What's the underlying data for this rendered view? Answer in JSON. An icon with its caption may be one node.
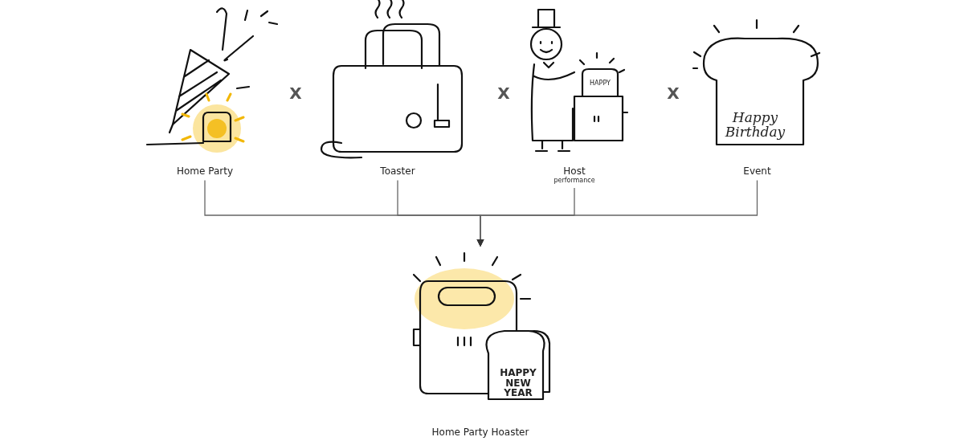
{
  "diagram": {
    "nodes": [
      {
        "text": [
          "Home Party"
        ]
      },
      {
        "text": [
          "Toaster"
        ]
      },
      {
        "text": [
          "Host",
          "performance"
        ]
      },
      {
        "text": [
          "Event"
        ]
      },
      {
        "text": [
          "Home Party Hoaster"
        ]
      }
    ],
    "edges": [
      {
        "from": 0,
        "to": 4,
        "arrow": "to"
      },
      {
        "from": 1,
        "to": 4,
        "arrow": "to"
      },
      {
        "from": 2,
        "to": 4,
        "arrow": "to"
      },
      {
        "from": 3,
        "to": 4,
        "arrow": "to"
      }
    ],
    "labels": [
      "X",
      "X",
      "X",
      "HAPPY",
      "Happy Birthday",
      "HAPPY NEW YEAR"
    ]
  }
}
